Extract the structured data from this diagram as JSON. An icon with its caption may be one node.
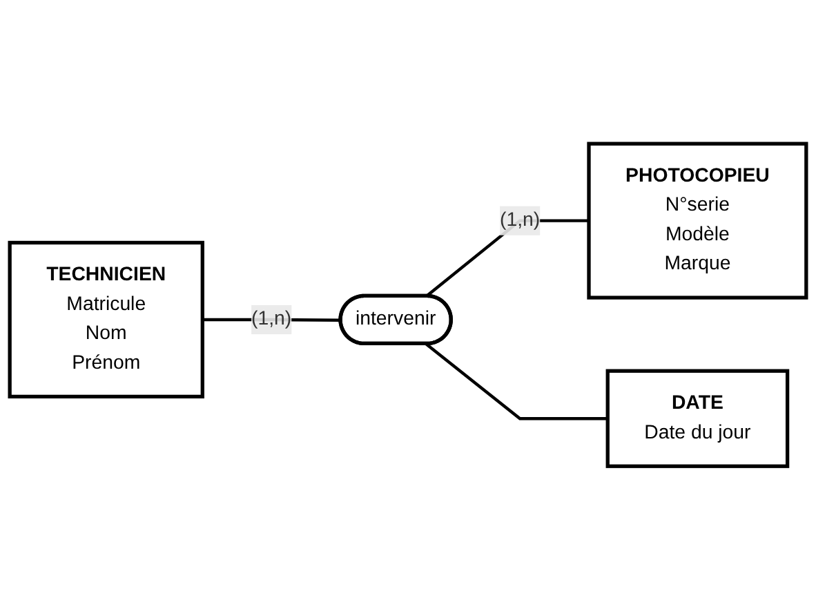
{
  "diagram": {
    "nodes": [
      {
        "text": [
          "TECHNICIEN",
          "Matricule",
          "Nom",
          "Prénom"
        ]
      },
      {
        "text": [
          "intervenir"
        ]
      },
      {
        "text": [
          "PHOTOCOPIEU",
          "N°serie",
          "Modèle",
          "Marque"
        ]
      },
      {
        "text": [
          "DATE",
          "Date du  jour"
        ]
      }
    ],
    "edges": [
      {
        "from": 0,
        "to": 1,
        "arrow": "none",
        "label": "(1,n)"
      },
      {
        "from": 1,
        "to": 2,
        "arrow": "none",
        "label": "(1,n)"
      },
      {
        "from": 1,
        "to": 3,
        "arrow": "none"
      }
    ]
  }
}
